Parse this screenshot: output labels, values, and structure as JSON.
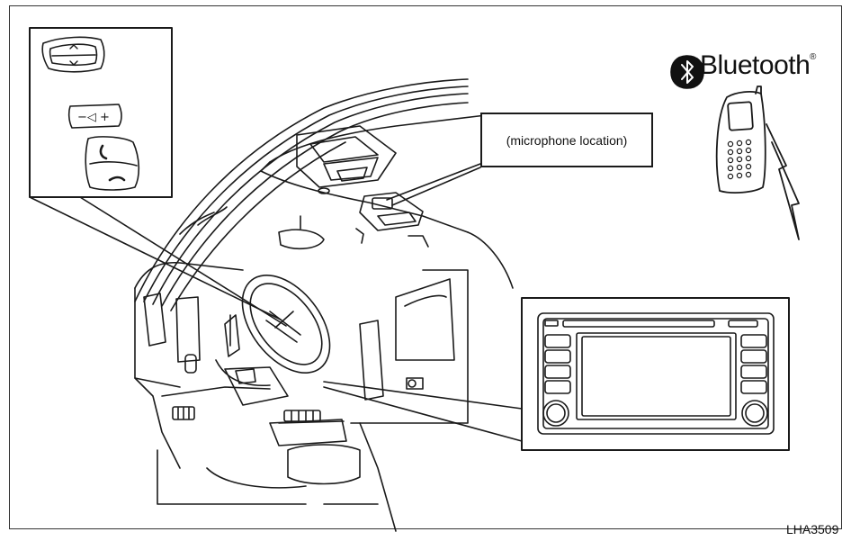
{
  "callout": {
    "microphone_label": "(microphone location)"
  },
  "brand": {
    "name": "Bluetooth",
    "registered_mark": "®"
  },
  "figure": {
    "code": "LHA3509"
  },
  "icons": {
    "bluetooth_logo": "bluetooth-icon",
    "phone": "mobile-phone-icon",
    "volume_button": "volume-button-icon",
    "talk_button": "phone-talk-icon",
    "end_button": "phone-end-icon",
    "up_down_switch": "up-down-switch-icon"
  },
  "colors": {
    "line": "#1a1a1a",
    "background": "#ffffff"
  }
}
